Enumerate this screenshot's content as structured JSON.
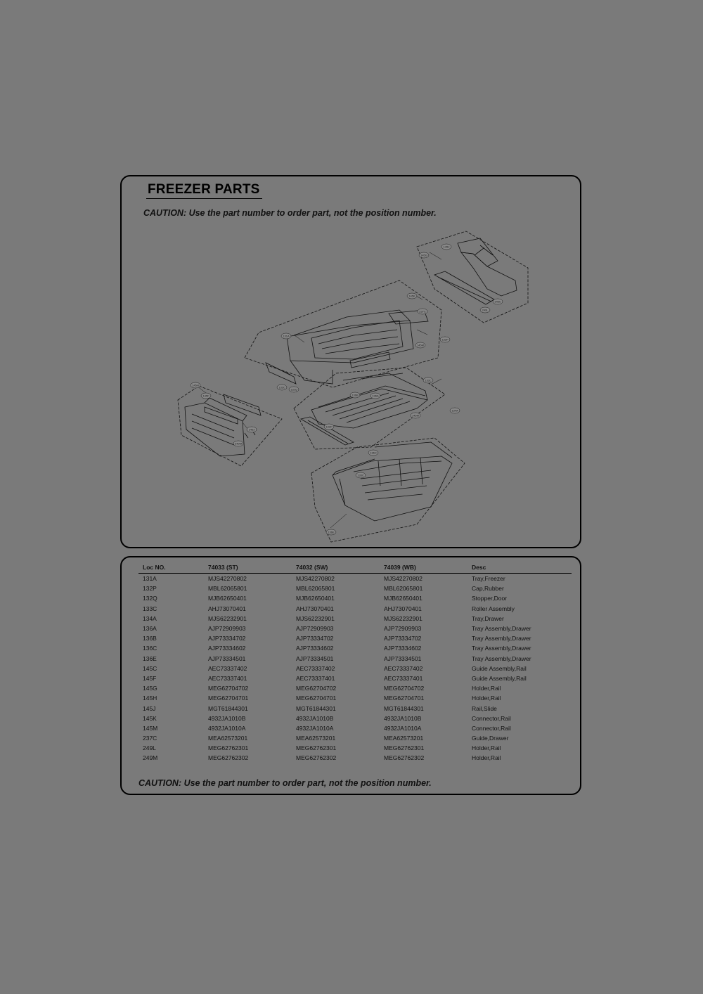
{
  "diagram": {
    "title": "FREEZER PARTS",
    "caution": "CAUTION: Use the part number to order part, not the position number."
  },
  "table": {
    "headers": [
      "Loc NO.",
      "74033 (ST)",
      "74032 (SW)",
      "74039 (WB)",
      "Desc"
    ],
    "rows": [
      [
        "131A",
        "MJS42270802",
        "MJS42270802",
        "MJS42270802",
        "Tray,Freezer"
      ],
      [
        "132P",
        "MBL62065801",
        "MBL62065801",
        "MBL62065801",
        "Cap,Rubber"
      ],
      [
        "132Q",
        "MJB62650401",
        "MJB62650401",
        "MJB62650401",
        "Stopper,Door"
      ],
      [
        "133C",
        "AHJ73070401",
        "AHJ73070401",
        "AHJ73070401",
        "Roller Assembly"
      ],
      [
        "134A",
        "MJS62232901",
        "MJS62232901",
        "MJS62232901",
        "Tray,Drawer"
      ],
      [
        "136A",
        "AJP72909903",
        "AJP72909903",
        "AJP72909903",
        "Tray Assembly,Drawer"
      ],
      [
        "136B",
        "AJP73334702",
        "AJP73334702",
        "AJP73334702",
        "Tray Assembly,Drawer"
      ],
      [
        "136C",
        "AJP73334602",
        "AJP73334602",
        "AJP73334602",
        "Tray Assembly,Drawer"
      ],
      [
        "136E",
        "AJP73334501",
        "AJP73334501",
        "AJP73334501",
        "Tray Assembly,Drawer"
      ],
      [
        "145C",
        "AEC73337402",
        "AEC73337402",
        "AEC73337402",
        "Guide Assembly,Rail"
      ],
      [
        "145F",
        "AEC73337401",
        "AEC73337401",
        "AEC73337401",
        "Guide Assembly,Rail"
      ],
      [
        "145G",
        "MEG62704702",
        "MEG62704702",
        "MEG62704702",
        "Holder,Rail"
      ],
      [
        "145H",
        "MEG62704701",
        "MEG62704701",
        "MEG62704701",
        "Holder,Rail"
      ],
      [
        "145J",
        "MGT61844301",
        "MGT61844301",
        "MGT61844301",
        "Rail,Slide"
      ],
      [
        "145K",
        "4932JA1010B",
        "4932JA1010B",
        "4932JA1010B",
        "Connector,Rail"
      ],
      [
        "145M",
        "4932JA1010A",
        "4932JA1010A",
        "4932JA1010A",
        "Connector,Rail"
      ],
      [
        "237C",
        "MEA62573201",
        "MEA62573201",
        "MEA62573201",
        "Guide,Drawer"
      ],
      [
        "249L",
        "MEG62762301",
        "MEG62762301",
        "MEG62762301",
        "Holder,Rail"
      ],
      [
        "249M",
        "MEG62762302",
        "MEG62762302",
        "MEG62762302",
        "Holder,Rail"
      ]
    ],
    "caution": "CAUTION: Use the part number to order part, not the position number."
  },
  "callouts": [
    "145G",
    "145J",
    "145C",
    "249L",
    "145K",
    "237C",
    "132P",
    "145M",
    "131A",
    "132Q",
    "133C",
    "145H",
    "145F",
    "145J",
    "249M",
    "133C",
    "134A",
    "145M",
    "136B",
    "136A",
    "132P",
    "136C",
    "133C",
    "136E"
  ]
}
